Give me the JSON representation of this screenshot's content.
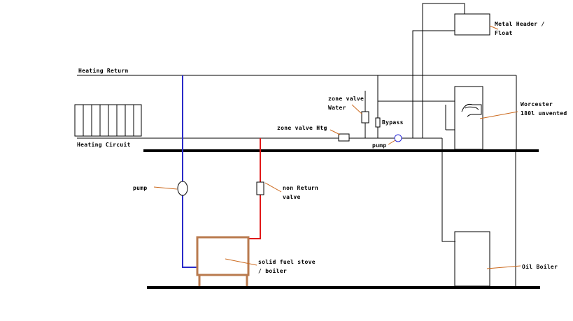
{
  "colors": {
    "line": "#000000",
    "blue_pipe": "#2a2ac8",
    "red_pipe": "#e01818",
    "leader": "#cc6a1e",
    "stove": "#b97a4e",
    "valve_blue": "#2a2ad8"
  },
  "labels": {
    "heating_return": "Heating Return",
    "heating_circuit": "Heating Circuit",
    "zone_valve_water_1": "zone valve",
    "zone_valve_water_2": "Water",
    "bypass": "Bypass",
    "zone_valve_htg": "zone valve Htg",
    "pump_upper": "pump",
    "pump_left": "pump",
    "non_return_1": "non Return",
    "non_return_2": "valve",
    "metal_header_1": "Metal Header /",
    "metal_header_2": "Float",
    "worcester_1": "Worcester",
    "worcester_2": "180l unvented",
    "solid_fuel_1": "solid fuel stove",
    "solid_fuel_2": "/ boiler",
    "oil_boiler": "Oil Boiler"
  }
}
